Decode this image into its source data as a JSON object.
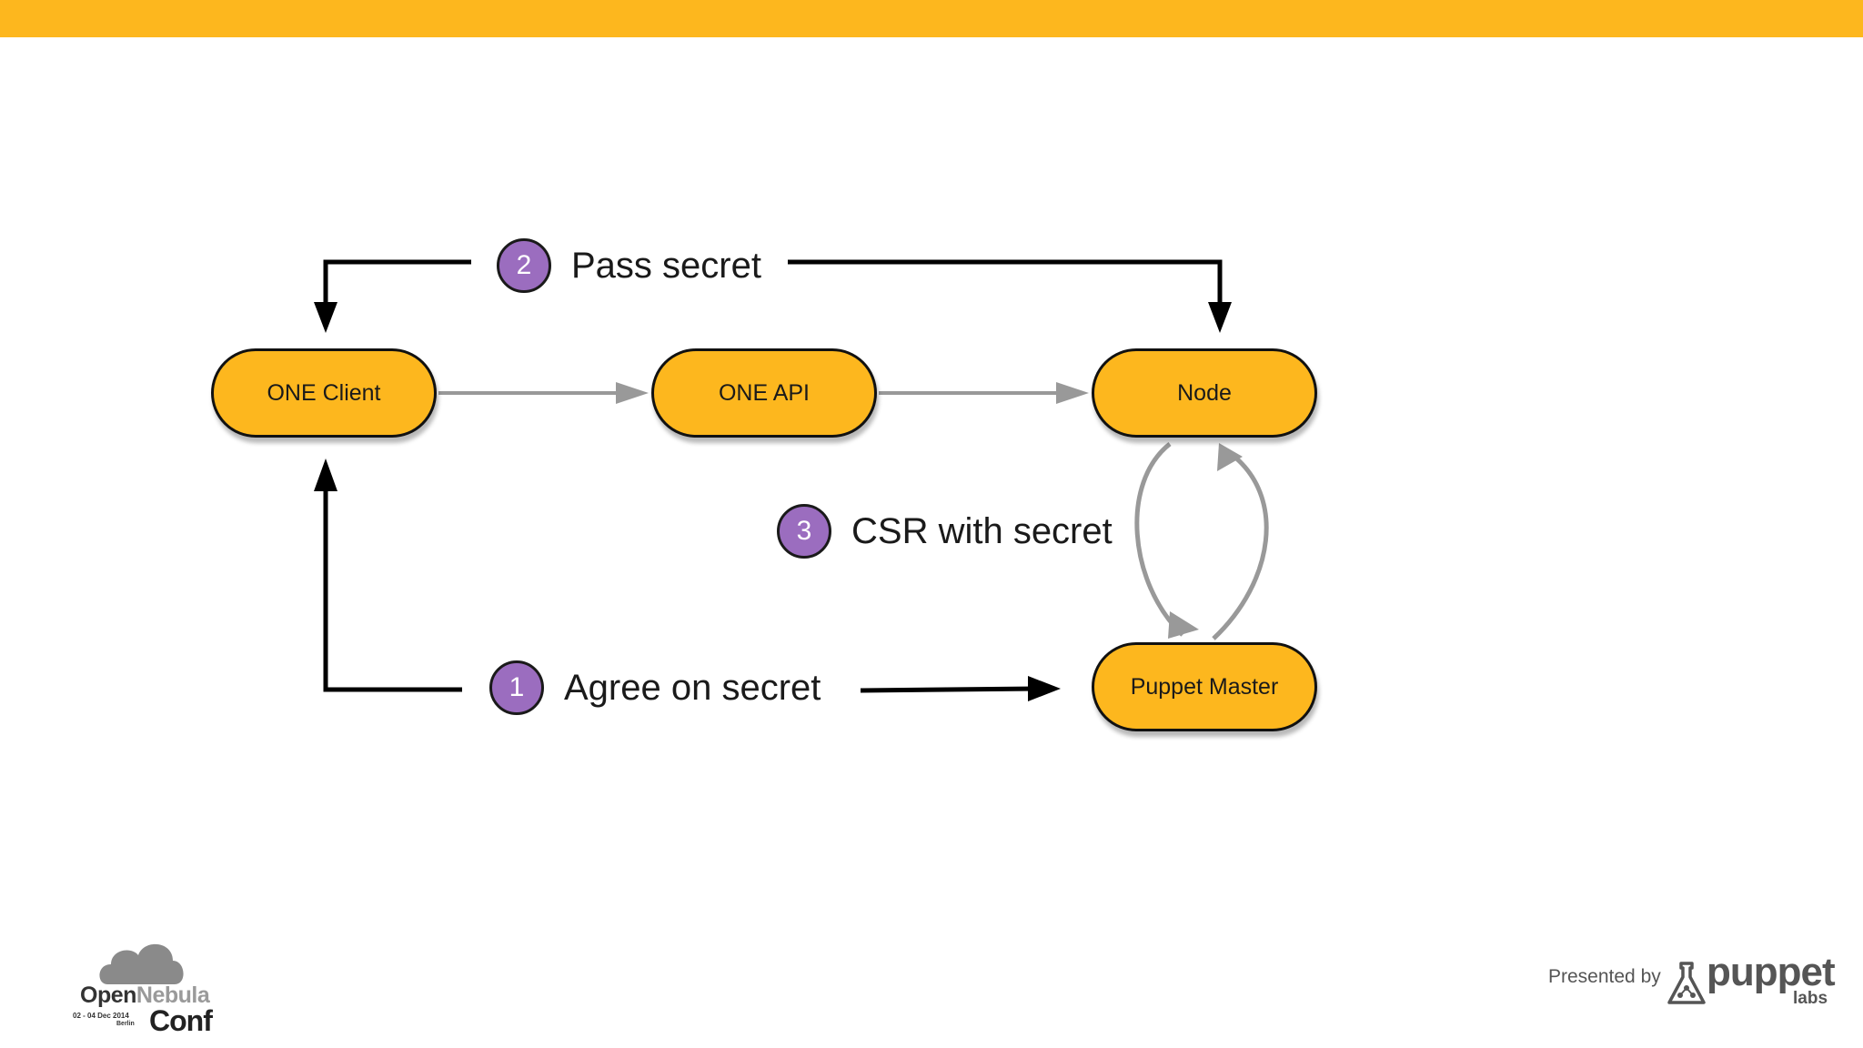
{
  "colors": {
    "top_bar": "#FDB71E",
    "node_fill": "#FDB71E",
    "step_badge": "#9B6DBF",
    "black_arrow": "#000000",
    "gray_arrow": "#999999"
  },
  "nodes": {
    "one_client": "ONE Client",
    "one_api": "ONE API",
    "node": "Node",
    "puppet_master": "Puppet Master"
  },
  "steps": [
    {
      "number": "1",
      "label": "Agree on secret"
    },
    {
      "number": "2",
      "label": "Pass secret"
    },
    {
      "number": "3",
      "label": "CSR with secret"
    }
  ],
  "footer": {
    "conf_logo": {
      "open": "Open",
      "nebula": "Nebula",
      "conf": "Conf",
      "date": "02 - 04 Dec 2014",
      "city": "Berlin"
    },
    "presented_by": "Presented by",
    "puppet_logo": {
      "word": "puppet",
      "sub": "labs"
    }
  }
}
